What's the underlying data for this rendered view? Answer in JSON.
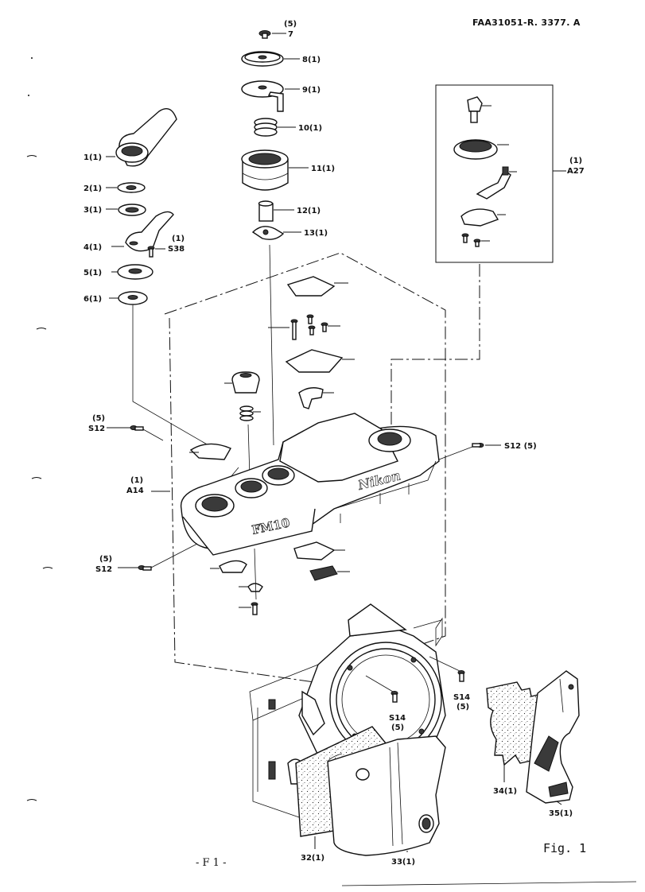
{
  "header": {
    "doc_code": "FAA31051-R. 3377. A"
  },
  "footer": {
    "page_label": "- F 1 -",
    "figure_label": "Fig. 1"
  },
  "body_markings": {
    "brand": "Nikon",
    "model": "FM10"
  },
  "callouts": {
    "p7_qty": "(5)",
    "p7": "7",
    "p8": "8(1)",
    "p9": "9(1)",
    "p10": "10(1)",
    "p11": "11(1)",
    "p12": "12(1)",
    "p13": "13(1)",
    "p1": "1(1)",
    "p2": "2(1)",
    "p3": "3(1)",
    "p4": "4(1)",
    "s38_qty": "(1)",
    "s38": "S38",
    "p5": "5(1)",
    "p6": "6(1)",
    "a27_qty": "(1)",
    "a27": "A27",
    "s12_upper_qty": "(5)",
    "s12_upper": "S12",
    "s12_right": "S12 (5)",
    "a14_qty": "(1)",
    "a14": "A14",
    "s12_lower_qty": "(5)",
    "s12_lower": "S12",
    "s14_left": "S14",
    "s14_left_qty": "(5)",
    "s14_right": "S14",
    "s14_right_qty": "(5)",
    "p32": "32(1)",
    "p33": "33(1)",
    "p34": "34(1)",
    "p35": "35(1)"
  }
}
